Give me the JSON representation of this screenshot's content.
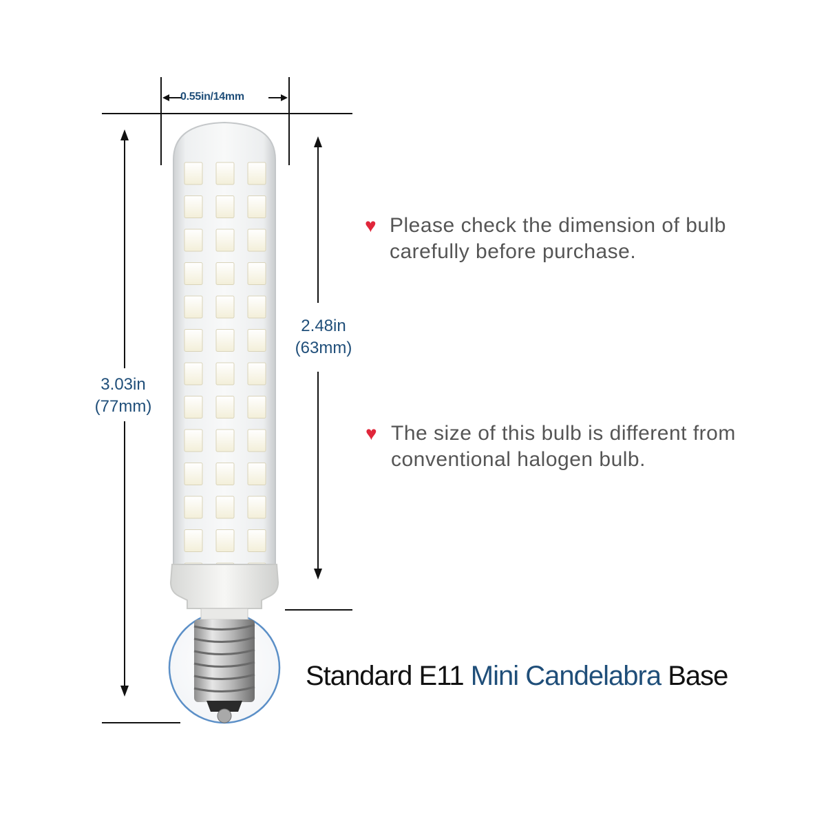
{
  "dimensions": {
    "width": "0.55in/14mm",
    "total_length": {
      "in": "3.03in",
      "mm": "(77mm)"
    },
    "body_length": {
      "in": "2.48in",
      "mm": "(63mm)"
    }
  },
  "notes": [
    {
      "line1": "Please check the dimension of bulb",
      "line2": "carefully before purchase."
    },
    {
      "line1": "The size of this bulb is different from",
      "line2": "conventional halogen bulb."
    }
  ],
  "base_label": {
    "prefix": "Standard E11",
    "highlight": "Mini Candelabra",
    "suffix": "Base"
  },
  "icons": {
    "bullet": "heart-icon"
  },
  "colors": {
    "dimension_text": "#1f4e79",
    "note_text": "#555555",
    "heart": "#e0263a",
    "led_chip": "#fbf9f0",
    "socket_circle": "#5b8fc7"
  }
}
